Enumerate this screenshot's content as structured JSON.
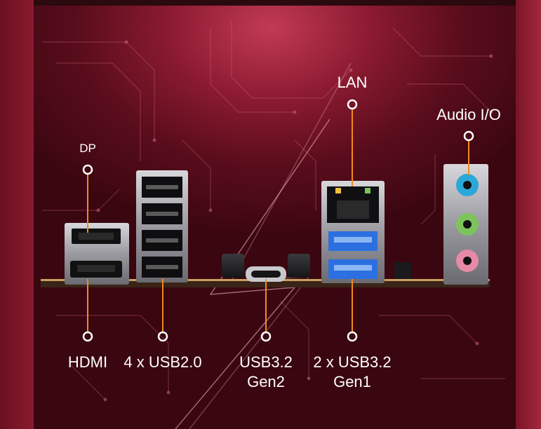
{
  "labels": {
    "dp": "DP",
    "hdmi": "HDMI",
    "usb20": "4 x USB2.0",
    "usb32gen2_line1": "USB3.2",
    "usb32gen2_line2": "Gen2",
    "usb32gen1_line1": "2 x USB3.2",
    "usb32gen1_line2": "Gen1",
    "lan": "LAN",
    "audio": "Audio I/O"
  },
  "colors": {
    "accent_line": "#f08a1c",
    "usb3_blue": "#2c6fe0",
    "audio_blue": "#2aa8d8",
    "audio_green": "#7cc45a",
    "audio_pink": "#e68aa8"
  }
}
